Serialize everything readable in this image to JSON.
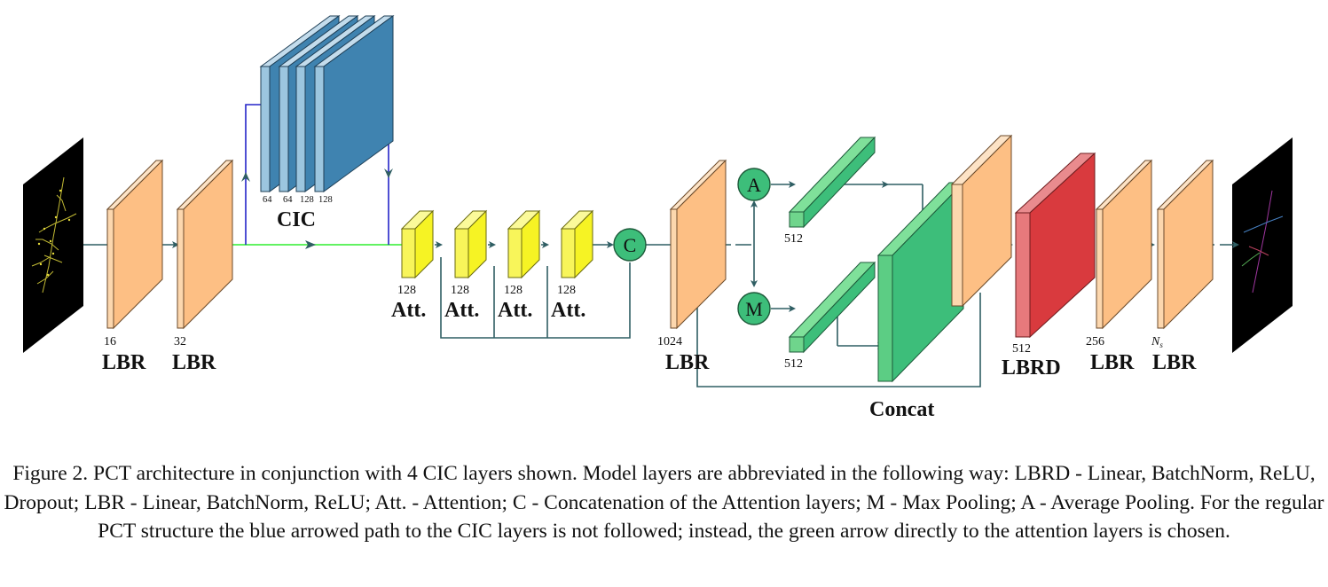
{
  "diagram": {
    "layers": {
      "lbr1": {
        "dim": "16",
        "name": "LBR"
      },
      "lbr2": {
        "dim": "32",
        "name": "LBR"
      },
      "cic": {
        "name": "CIC",
        "dims": [
          "64",
          "64",
          "128",
          "128"
        ]
      },
      "att1": {
        "dim": "128",
        "name": "Att."
      },
      "att2": {
        "dim": "128",
        "name": "Att."
      },
      "att3": {
        "dim": "128",
        "name": "Att."
      },
      "att4": {
        "dim": "128",
        "name": "Att."
      },
      "concat_node": "C",
      "lbr3": {
        "dim": "1024",
        "name": "LBR"
      },
      "avg_pool": "A",
      "max_pool": "M",
      "pool_a_out": {
        "dim": "512"
      },
      "pool_m_out": {
        "dim": "512"
      },
      "concat": {
        "name": "Concat"
      },
      "lbrd": {
        "dim": "512",
        "name": "LBRD"
      },
      "lbr4": {
        "dim": "256",
        "name": "LBR"
      },
      "lbr5": {
        "dim_base": "N",
        "dim_sub": "s",
        "name": "LBR"
      }
    },
    "colors": {
      "lbr": "#fdbf84",
      "att": "#f6f324",
      "cic": "#3f83b0",
      "pool": "#3dbe7a",
      "lbrd": "#d93a3e",
      "arrow": "#2f5e63",
      "blue_path": "#2424c8",
      "green_path": "#4cf04c"
    }
  },
  "caption": "Figure 2. PCT architecture in conjunction with 4 CIC layers shown. Model layers are abbreviated in the following way: LBRD - Linear, BatchNorm, ReLU, Dropout; LBR - Linear, BatchNorm, ReLU; Att. - Attention; C - Concatenation of the Attention layers; M - Max Pooling; A - Average Pooling. For the regular PCT structure the blue arrowed path to the CIC layers is not followed; instead, the green arrow directly to the attention layers is chosen."
}
